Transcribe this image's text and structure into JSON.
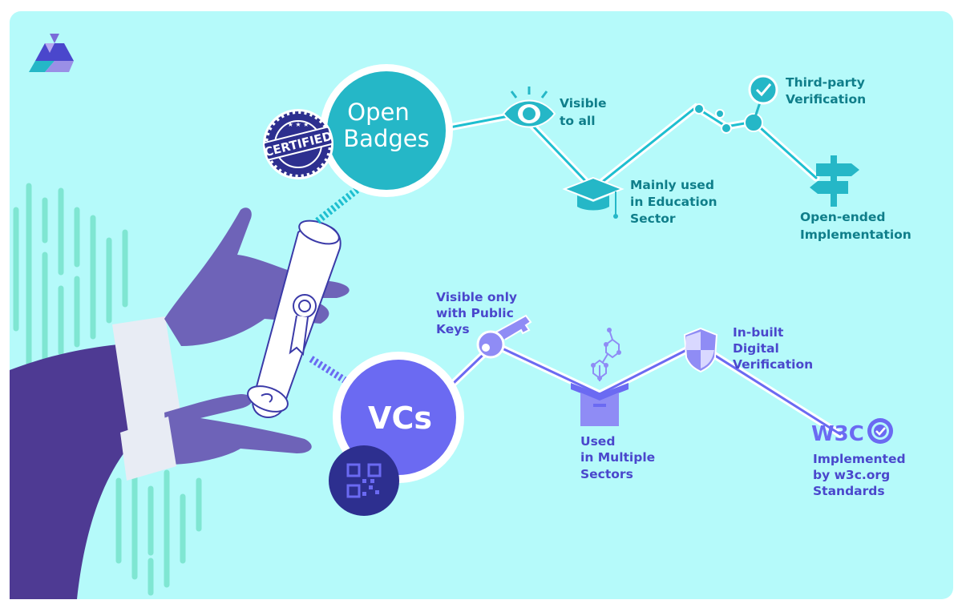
{
  "open_badges": {
    "title_line1": "Open",
    "title_line2": "Badges",
    "certified_stamp": "CERTIFIED",
    "features": {
      "visible": [
        "Visible",
        "to all"
      ],
      "education": [
        "Mainly used",
        "in Education",
        "Sector"
      ],
      "third_party": [
        "Third-party",
        "Verification"
      ],
      "open_ended": [
        "Open-ended",
        "Implementation"
      ]
    }
  },
  "vcs": {
    "title": "VCs",
    "features": {
      "public_keys": [
        "Visible only",
        "with Public",
        "Keys"
      ],
      "multiple_sectors": [
        "Used",
        "in Multiple",
        "Sectors"
      ],
      "digital_verification": [
        "In-built",
        "Digital",
        "Verification"
      ],
      "w3c": [
        "Implemented",
        "by w3c.org",
        "Standards"
      ],
      "w3c_logo": "W3C"
    }
  },
  "colors": {
    "background": "#b5fafa",
    "teal": "#1ebfd0",
    "teal_text": "#0f7e8a",
    "purple": "#6b6af2",
    "purple_text": "#4a47cc",
    "navy": "#2d2f8f",
    "mint": "#7fe6d2"
  },
  "icons": [
    "logo-icon",
    "eye-icon",
    "graduation-cap-icon",
    "check-icon",
    "signpost-icon",
    "key-icon",
    "box-molecule-icon",
    "shield-icon",
    "verified-badge-icon",
    "qr-code-icon",
    "certificate-scroll-icon"
  ]
}
